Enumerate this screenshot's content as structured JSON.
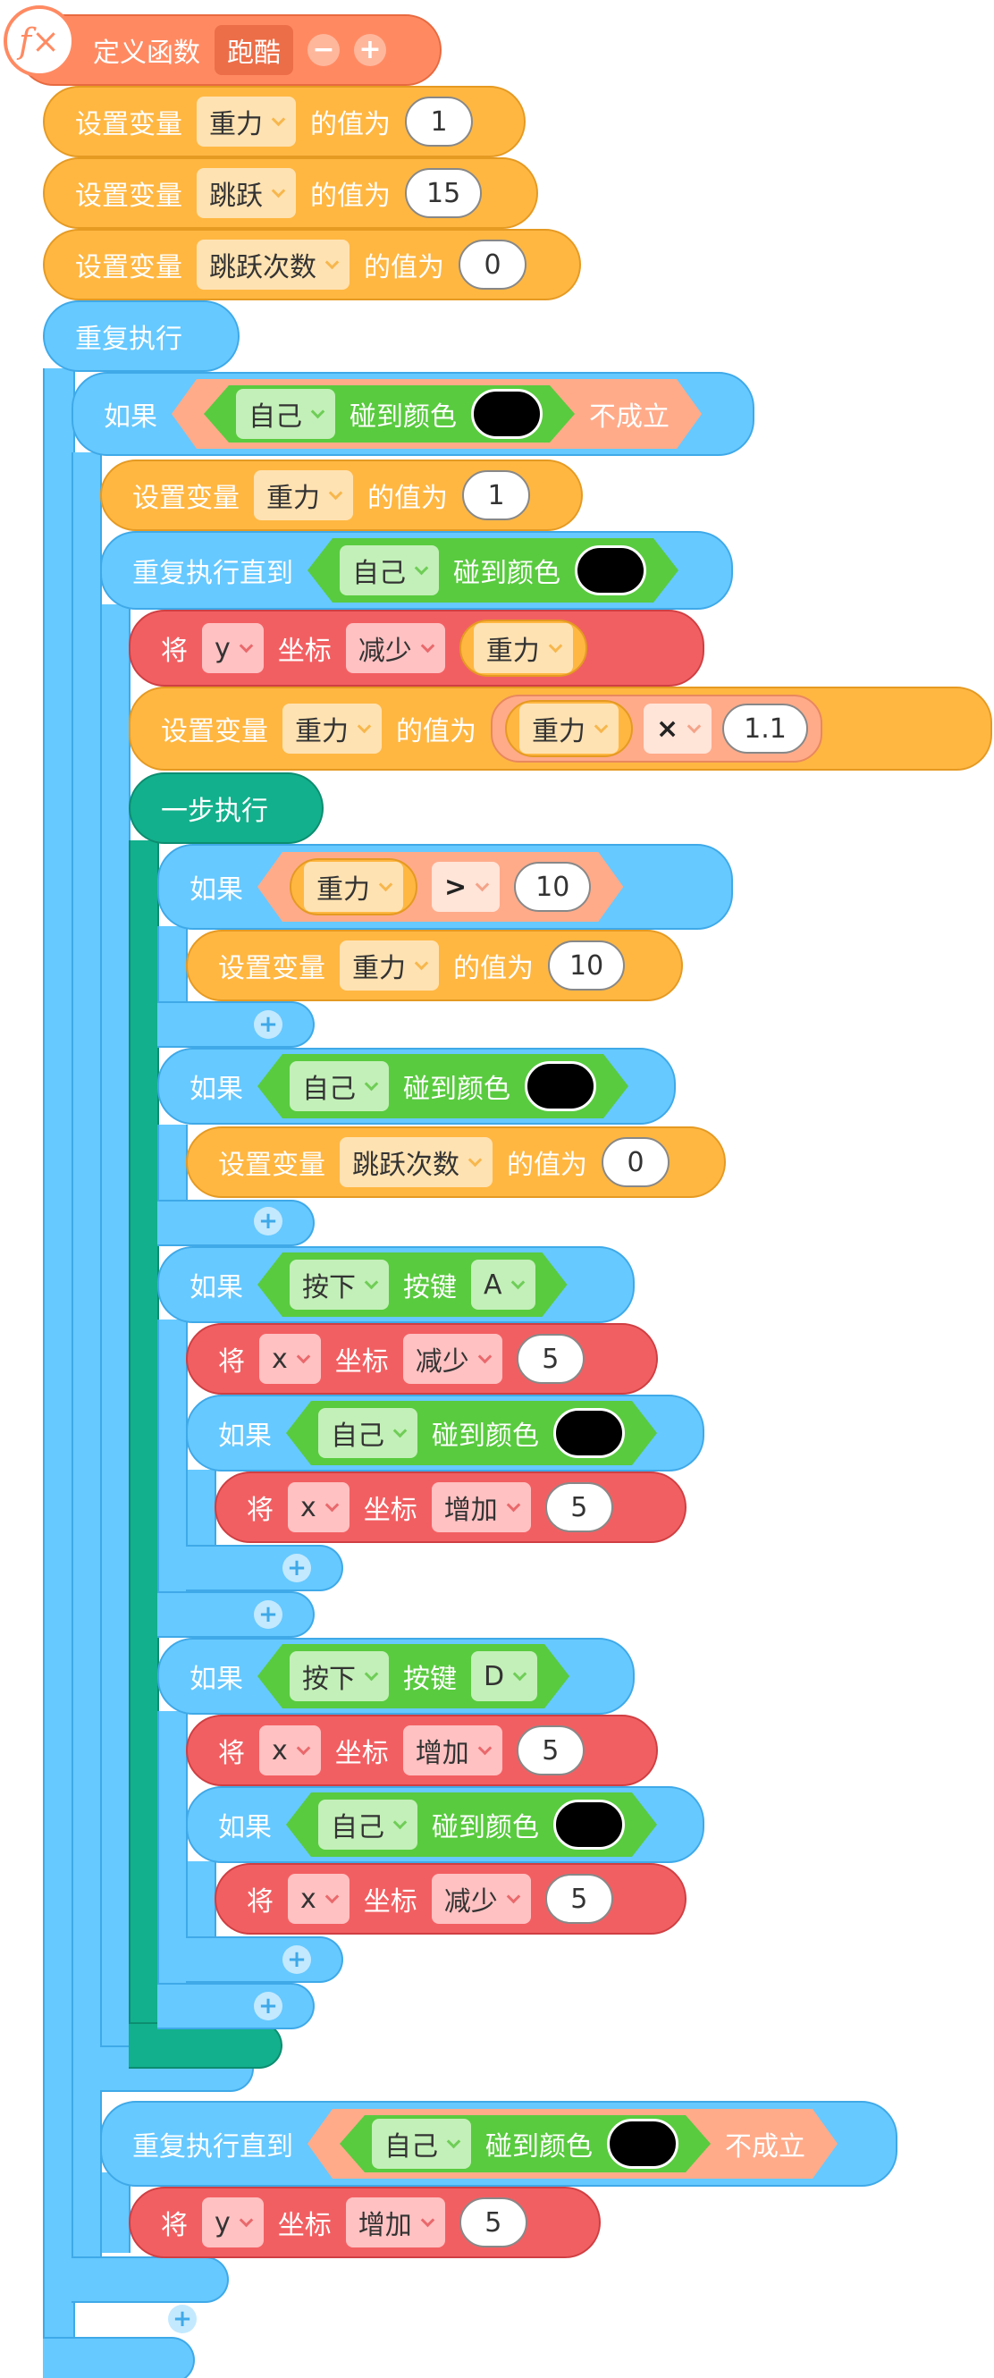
{
  "define": {
    "label": "定义函数",
    "name": "跑酷",
    "minus": "−",
    "plus": "+",
    "icon": "fx-icon",
    "icon_text": "f×"
  },
  "setvar": {
    "prefix": "设置变量",
    "mid": "的值为"
  },
  "vars": {
    "gravity": "重力",
    "jump": "跳跃",
    "jumpcount": "跳跃次数"
  },
  "loop": {
    "forever": "重复执行",
    "until": "重复执行直到",
    "atomic": "一步执行"
  },
  "cond": {
    "if": "如果",
    "self": "自己",
    "touchcolor": "碰到颜色",
    "not": "不成立",
    "pressed": "按下",
    "key": "按键"
  },
  "motion": {
    "prefix": "将",
    "mid": "坐标",
    "increase": "增加",
    "decrease": "减少",
    "x": "x",
    "y": "y"
  },
  "ops": {
    "times": "×",
    "gt": ">"
  },
  "keys": {
    "a": "A",
    "d": "D"
  },
  "values": {
    "v1": "1",
    "v15": "15",
    "v0": "0",
    "v11": "1.1",
    "v10": "10",
    "v5": "5"
  },
  "add_icon": "+",
  "colors": {
    "set_var": "#ffb742",
    "control": "#66c9ff",
    "motion": "#f25f62",
    "atomic": "#12b08c",
    "sensing": "#59cb3f",
    "operator": "#ffab8a",
    "define": "#ff8a62",
    "touch_color": "#000000"
  }
}
